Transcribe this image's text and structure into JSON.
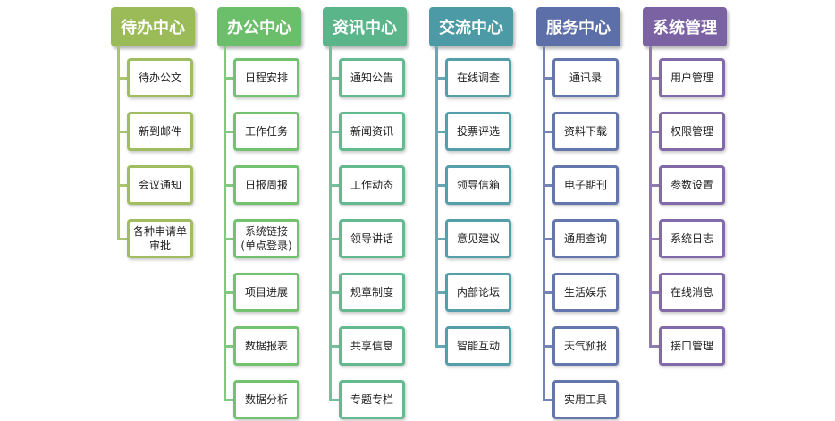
{
  "columns": [
    {
      "id": "pending",
      "title": "待办中心",
      "color": "#9bbb59",
      "items": [
        "待办公文",
        "新到邮件",
        "会议通知",
        "各种申请单审批"
      ]
    },
    {
      "id": "office",
      "title": "办公中心",
      "color": "#6cbf6a",
      "items": [
        "日程安排",
        "工作任务",
        "日报周报",
        "系统链接(单点登录)",
        "项目进展",
        "数据报表",
        "数据分析"
      ]
    },
    {
      "id": "news",
      "title": "资讯中心",
      "color": "#5bb58a",
      "items": [
        "通知公告",
        "新闻资讯",
        "工作动态",
        "领导讲话",
        "规章制度",
        "共享信息",
        "专题专栏"
      ]
    },
    {
      "id": "exchange",
      "title": "交流中心",
      "color": "#4c9aa6",
      "items": [
        "在线调查",
        "投票评选",
        "领导信箱",
        "意见建议",
        "内部论坛",
        "智能互动"
      ]
    },
    {
      "id": "service",
      "title": "服务中心",
      "color": "#5c6fa8",
      "items": [
        "通讯录",
        "资料下载",
        "电子期刊",
        "通用查询",
        "生活娱乐",
        "天气预报",
        "实用工具"
      ]
    },
    {
      "id": "system",
      "title": "系统管理",
      "color": "#7b62a3",
      "items": [
        "用户管理",
        "权限管理",
        "参数设置",
        "系统日志",
        "在线消息",
        "接口管理"
      ]
    }
  ]
}
